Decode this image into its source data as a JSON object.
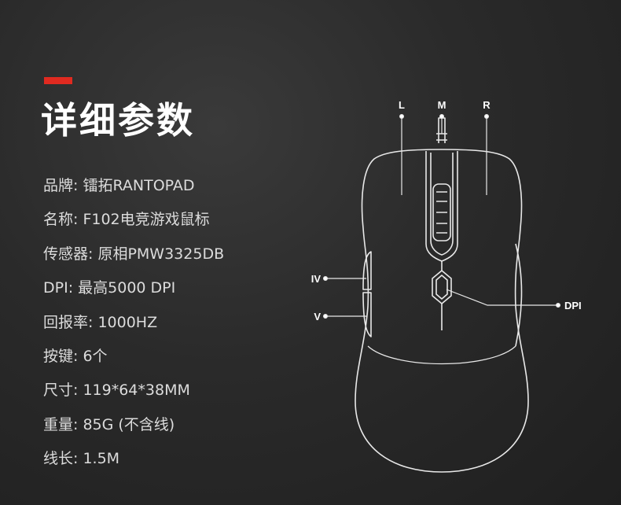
{
  "heading": {
    "title": "详细参数"
  },
  "specs": [
    {
      "label": "品牌:",
      "value": "镭拓RANTOPAD"
    },
    {
      "label": "名称:",
      "value": "F102电竞游戏鼠标"
    },
    {
      "label": "传感器:",
      "value": "原相PMW3325DB"
    },
    {
      "label": "DPI:",
      "value": "最高5000 DPI"
    },
    {
      "label": "回报率:",
      "value": "1000HZ"
    },
    {
      "label": "按键:",
      "value": "6个"
    },
    {
      "label": "尺寸:",
      "value": "119*64*38MM"
    },
    {
      "label": "重量:",
      "value": "85G (不含线)"
    },
    {
      "label": "线长:",
      "value": "1.5M"
    }
  ],
  "diagram": {
    "labels": {
      "left_button": "L",
      "middle_button": "M",
      "right_button": "R",
      "side_button_4": "IV",
      "side_button_5": "V",
      "dpi_button": "DPI"
    }
  },
  "colors": {
    "accent": "#e02a20",
    "background": "#2a2a2a",
    "outline": "#e8e8e8"
  }
}
